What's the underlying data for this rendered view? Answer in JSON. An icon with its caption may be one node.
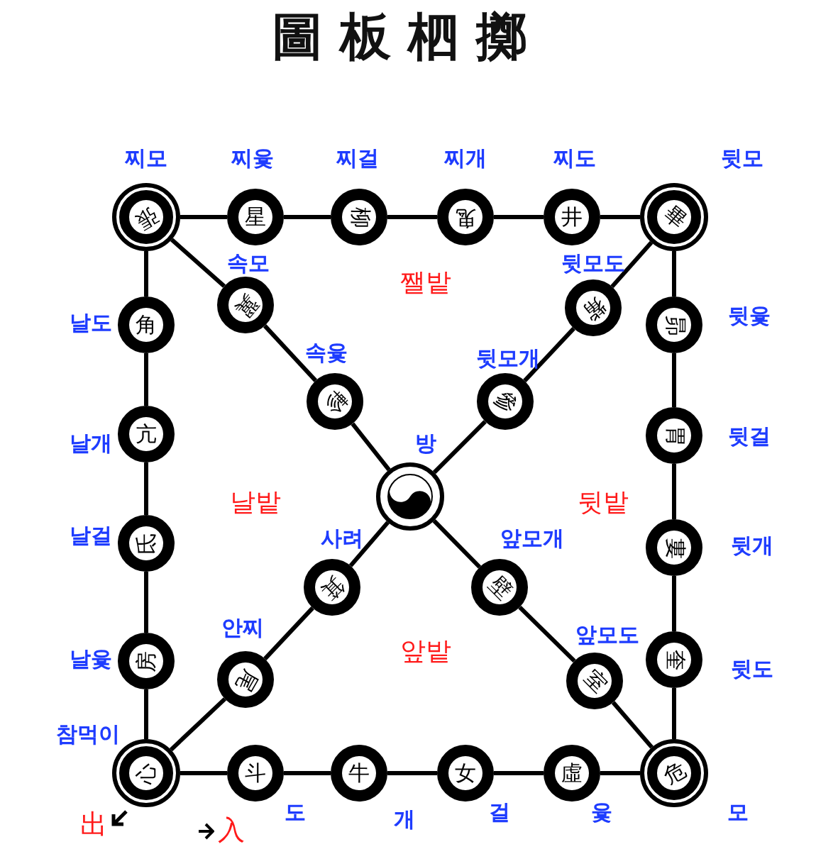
{
  "diagram": {
    "title": "圖板柶擲",
    "nodes": [
      {
        "text": [
          "張"
        ],
        "beside": [
          "찌모"
        ]
      },
      {
        "text": [
          "星"
        ],
        "beside": [
          "찌윷"
        ]
      },
      {
        "text": [
          "柳"
        ],
        "beside": [
          "찌걸"
        ]
      },
      {
        "text": [
          "鬼"
        ],
        "beside": [
          "찌개"
        ]
      },
      {
        "text": [
          "井"
        ],
        "beside": [
          "찌도"
        ]
      },
      {
        "text": [
          "畢"
        ],
        "beside": [
          "뒷모"
        ]
      },
      {
        "text": [
          "翼"
        ],
        "beside": [
          "속모"
        ]
      },
      {
        "text": [
          "觜"
        ],
        "beside": [
          "뒷모도"
        ]
      },
      {
        "text": [
          "角"
        ],
        "beside": [
          "날도"
        ]
      },
      {
        "text": [
          "昴"
        ],
        "beside": [
          "뒷윷"
        ]
      },
      {
        "text": [
          "軫"
        ],
        "beside": [
          "속윷"
        ]
      },
      {
        "text": [
          "參"
        ],
        "beside": [
          "뒷모개"
        ]
      },
      {
        "text": [
          "亢"
        ],
        "beside": [
          "날개"
        ]
      },
      {
        "text": [
          "胃"
        ],
        "beside": [
          "뒷걸"
        ]
      },
      {
        "text": [],
        "shape": "picture",
        "beside": [
          "방"
        ]
      },
      {
        "text": [
          "氐"
        ],
        "beside": [
          "날걸"
        ]
      },
      {
        "text": [
          "婁"
        ],
        "beside": [
          "뒷개"
        ]
      },
      {
        "text": [
          "箕"
        ],
        "beside": [
          "사려"
        ]
      },
      {
        "text": [
          "壁"
        ],
        "beside": [
          "앞모개"
        ]
      },
      {
        "text": [
          "房"
        ],
        "beside": [
          "날윷"
        ]
      },
      {
        "text": [
          "奎"
        ],
        "beside": [
          "뒷도"
        ]
      },
      {
        "text": [
          "尾"
        ],
        "beside": [
          "안찌"
        ]
      },
      {
        "text": [
          "室"
        ],
        "beside": [
          "앞모도"
        ]
      },
      {
        "text": [
          "心"
        ],
        "beside": [
          "참먹이"
        ]
      },
      {
        "text": [
          "斗"
        ],
        "beside": [
          "도"
        ]
      },
      {
        "text": [
          "牛"
        ],
        "beside": [
          "개"
        ]
      },
      {
        "text": [
          "女"
        ],
        "beside": [
          "걸"
        ]
      },
      {
        "text": [
          "虛"
        ],
        "beside": [
          "윷"
        ]
      },
      {
        "text": [
          "危"
        ],
        "beside": [
          "모"
        ]
      }
    ],
    "edges": [
      {
        "from": 0,
        "to": 1,
        "arrow": "none"
      },
      {
        "from": 1,
        "to": 2,
        "arrow": "none"
      },
      {
        "from": 2,
        "to": 3,
        "arrow": "none"
      },
      {
        "from": 3,
        "to": 4,
        "arrow": "none"
      },
      {
        "from": 4,
        "to": 5,
        "arrow": "none"
      },
      {
        "from": 5,
        "to": 9,
        "arrow": "none"
      },
      {
        "from": 9,
        "to": 13,
        "arrow": "none"
      },
      {
        "from": 13,
        "to": 16,
        "arrow": "none"
      },
      {
        "from": 16,
        "to": 20,
        "arrow": "none"
      },
      {
        "from": 20,
        "to": 28,
        "arrow": "none"
      },
      {
        "from": 23,
        "to": 24,
        "arrow": "none"
      },
      {
        "from": 24,
        "to": 25,
        "arrow": "none"
      },
      {
        "from": 25,
        "to": 26,
        "arrow": "none"
      },
      {
        "from": 26,
        "to": 27,
        "arrow": "none"
      },
      {
        "from": 27,
        "to": 28,
        "arrow": "none"
      },
      {
        "from": 0,
        "to": 8,
        "arrow": "none"
      },
      {
        "from": 8,
        "to": 12,
        "arrow": "none"
      },
      {
        "from": 12,
        "to": 15,
        "arrow": "none"
      },
      {
        "from": 15,
        "to": 19,
        "arrow": "none"
      },
      {
        "from": 19,
        "to": 23,
        "arrow": "none"
      },
      {
        "from": 0,
        "to": 6,
        "arrow": "none"
      },
      {
        "from": 6,
        "to": 10,
        "arrow": "none"
      },
      {
        "from": 10,
        "to": 14,
        "arrow": "none"
      },
      {
        "from": 5,
        "to": 7,
        "arrow": "none"
      },
      {
        "from": 7,
        "to": 11,
        "arrow": "none"
      },
      {
        "from": 11,
        "to": 14,
        "arrow": "none"
      },
      {
        "from": 14,
        "to": 17,
        "arrow": "none"
      },
      {
        "from": 17,
        "to": 21,
        "arrow": "none"
      },
      {
        "from": 21,
        "to": 23,
        "arrow": "none"
      },
      {
        "from": 14,
        "to": 18,
        "arrow": "none"
      },
      {
        "from": 18,
        "to": 22,
        "arrow": "none"
      },
      {
        "from": 22,
        "to": 28,
        "arrow": "none"
      }
    ],
    "labels": [
      "쨀밭",
      "날밭",
      "뒷밭",
      "앞밭",
      "出",
      "入"
    ]
  }
}
